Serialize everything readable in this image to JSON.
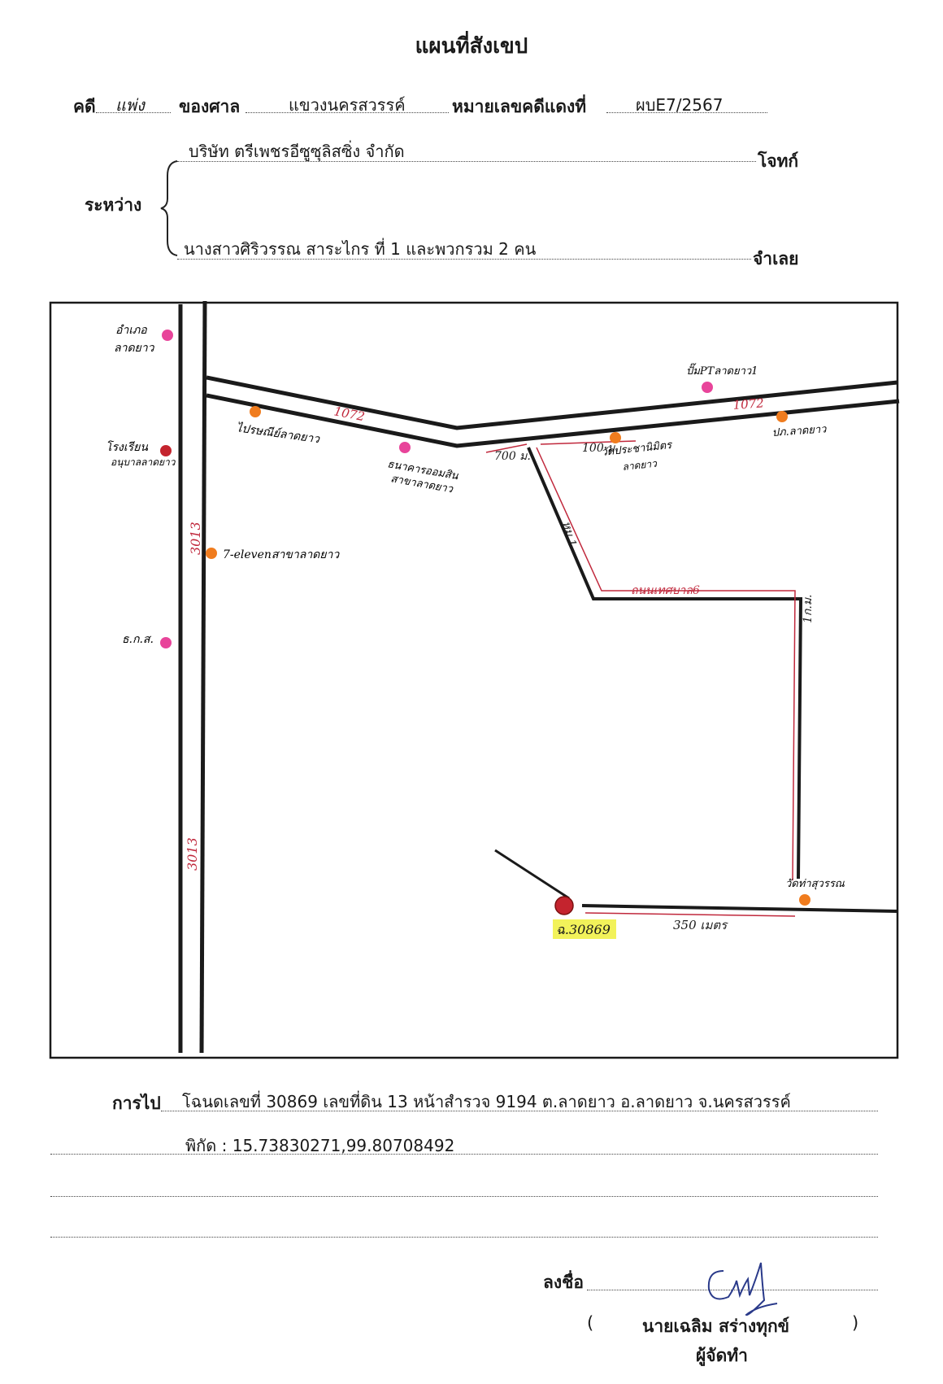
{
  "header": {
    "title": "แผนที่สังเขป",
    "case_label": "คดี",
    "case_type": "แพ่ง",
    "court_label": "ของศาล",
    "court_name": "แขวงนครสวรรค์",
    "case_no_label": "หมายเลขคดีแดงที่",
    "case_no": "ผบE7/2567"
  },
  "parties": {
    "between_label": "ระหว่าง",
    "plaintiff_name": "บริษัท ตรีเพชรอีซูซุลิสซิ่ง  จำกัด",
    "plaintiff_label": "โจทก์",
    "defendant_name": "นางสาวศิริวรรณ  สาระไกร  ที่ 1 และพวกรวม 2 คน",
    "defendant_label": "จำเลย"
  },
  "map": {
    "road_3013": "3013",
    "road_1072": "1072",
    "road_moo1": "หม.1",
    "road_km1": "1ก.ม.",
    "road_thesaban6": "ถนนเทศบาล6",
    "dist_700": "700 ม.",
    "dist_100": "100 ม.",
    "dist_350": "350 เมตร",
    "parcel": "ฉ.30869",
    "landmarks": {
      "amphoe": [
        "อำเภอ",
        "ลาดยาว"
      ],
      "school": [
        "โรงเรียน",
        "อนุบาลลาดยาว"
      ],
      "seven": "7-elevenสาขาลาดยาว",
      "baac": "ธ.ก.ส.",
      "post": "ไปรษณีย์ลาดยาว",
      "gsb": [
        "ธนาคารออมสิน",
        "สาขาลาดยาว"
      ],
      "ptt": "ปั๊มPTลาดยาว1",
      "wat_prachanimit": [
        "วัดประชานิมิตร",
        "ลาดยาว"
      ],
      "police": "ปภ.ลาดยาว",
      "wat_tha": "วัดท่าสุวรรณ"
    },
    "colors": {
      "road": "#1a1a1a",
      "label": "#c0283c",
      "pink": "#e8449a",
      "orange": "#f07c1e",
      "red": "#c4242e",
      "highlight": "#f2f25a"
    }
  },
  "footer": {
    "route_label": "การไป",
    "route_line1": "โฉนดเลขที่ 30869  เลขที่ดิน 13  หน้าสำรวจ 9194  ต.ลาดยาว อ.ลาดยาว จ.นครสวรรค์",
    "route_line2": "พิกัด :  15.73830271,99.80708492",
    "sign_label": "ลงชื่อ",
    "paren_open": "(",
    "signer": "นายเฉลิม  สร่างทุกข์",
    "paren_close": ")",
    "role": "ผู้จัดทำ"
  }
}
